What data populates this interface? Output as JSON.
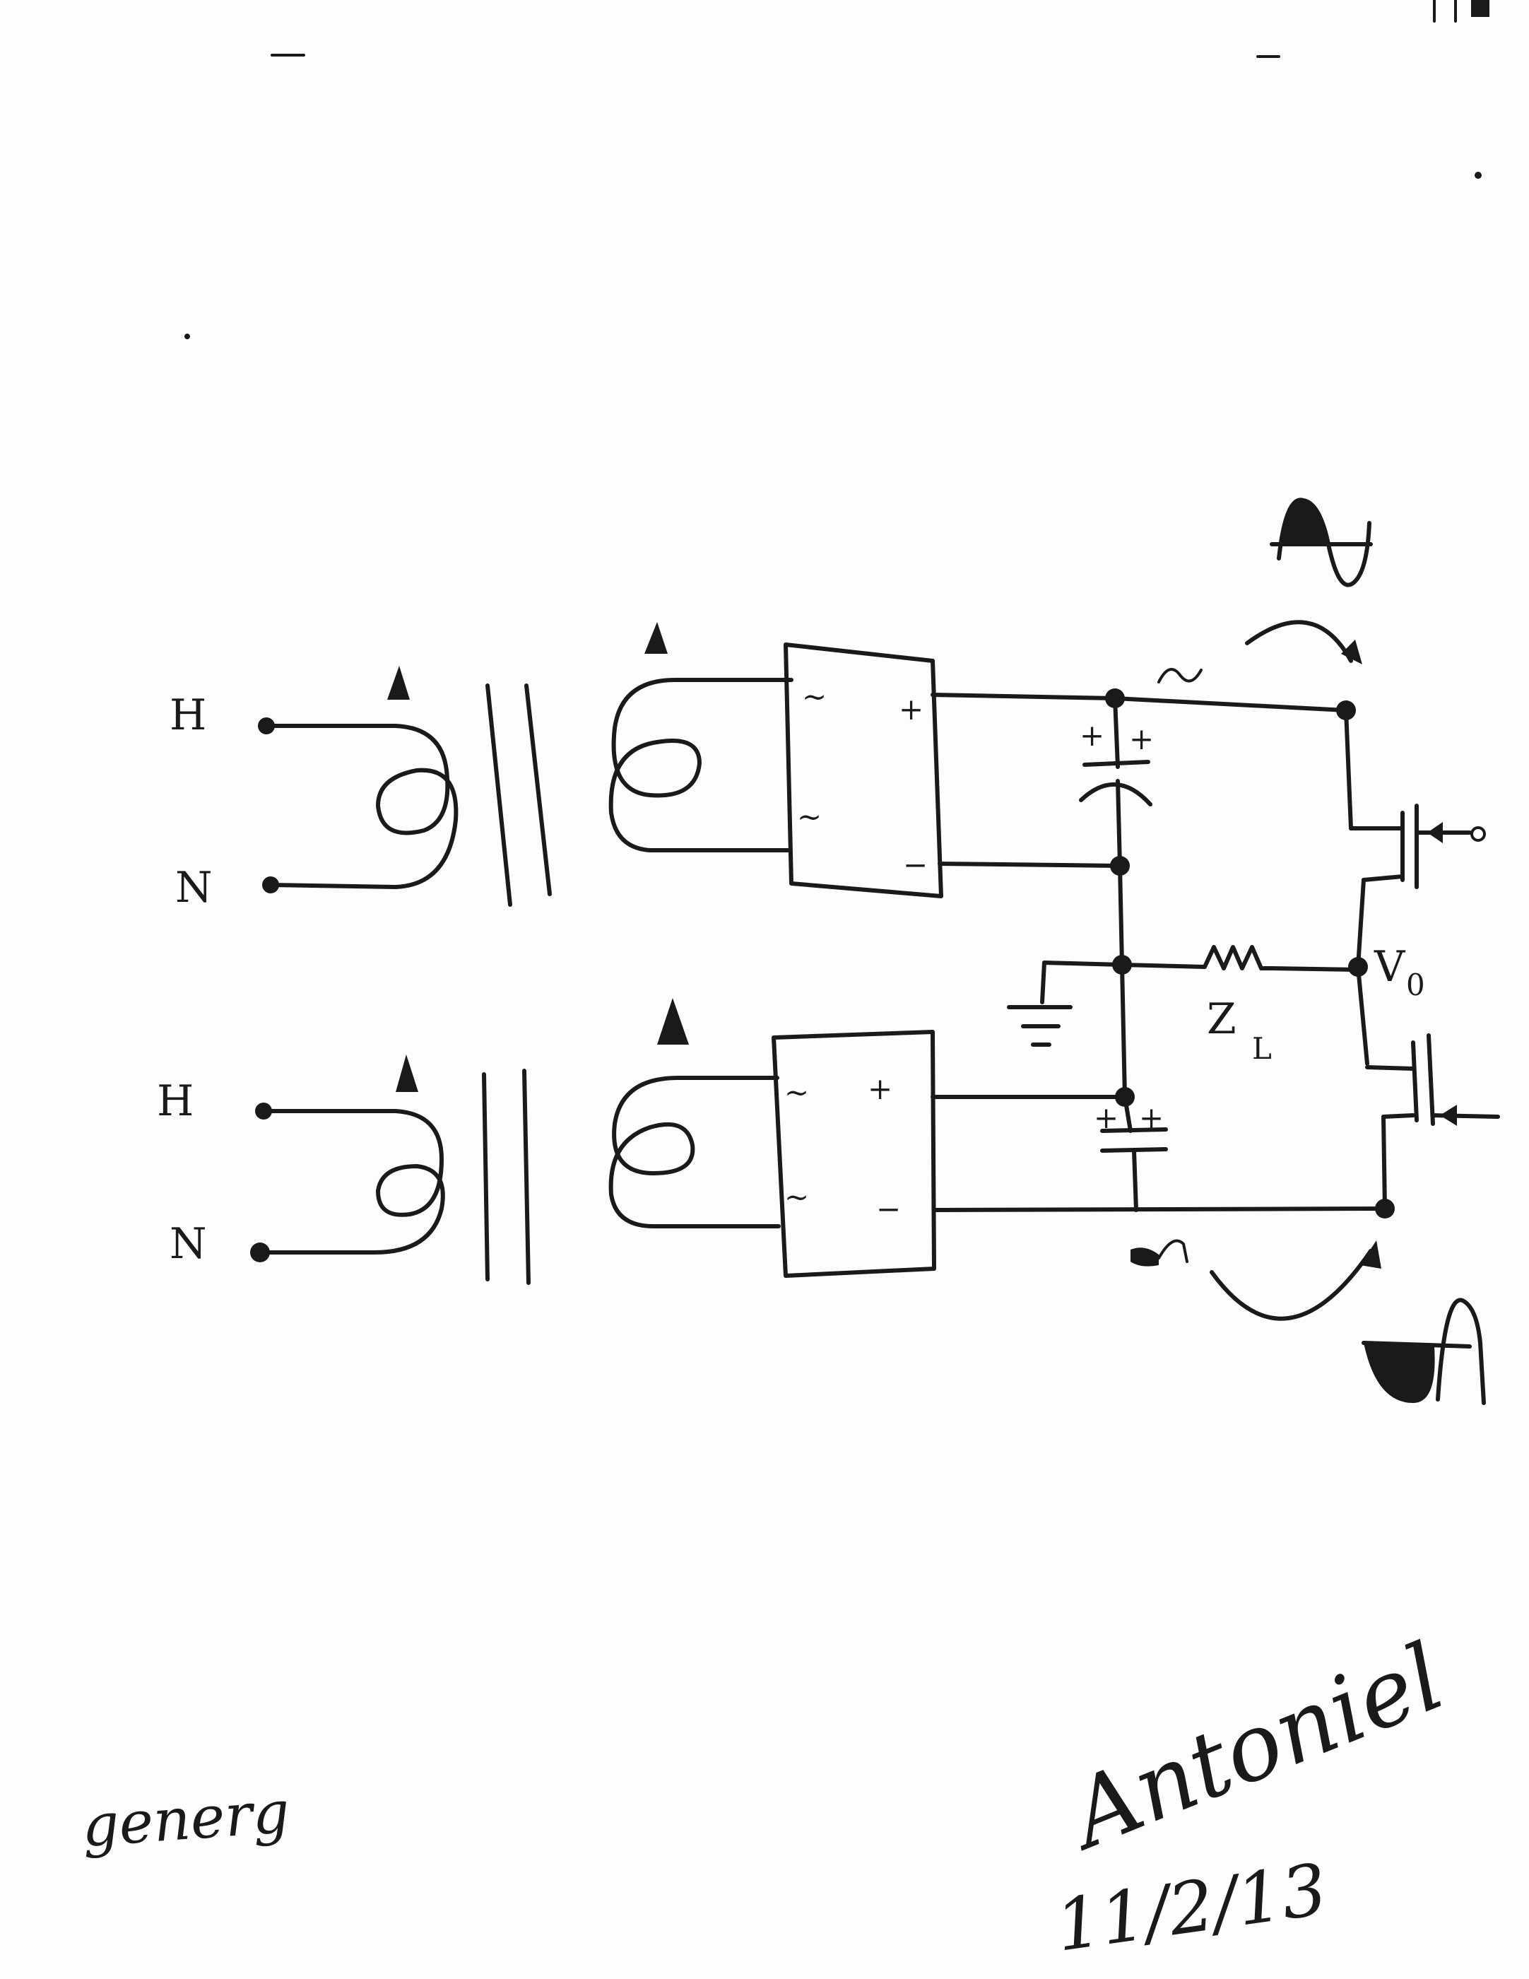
{
  "labels": {
    "hot": "H",
    "neutral": "N",
    "plus": "+",
    "minus": "−",
    "ac_tilde": "~",
    "load": "Z",
    "load_sub": "L",
    "output": "V",
    "output_sub": "0"
  },
  "signature": {
    "author": "generg",
    "name": "Antoniel",
    "date": "11/2/13"
  }
}
